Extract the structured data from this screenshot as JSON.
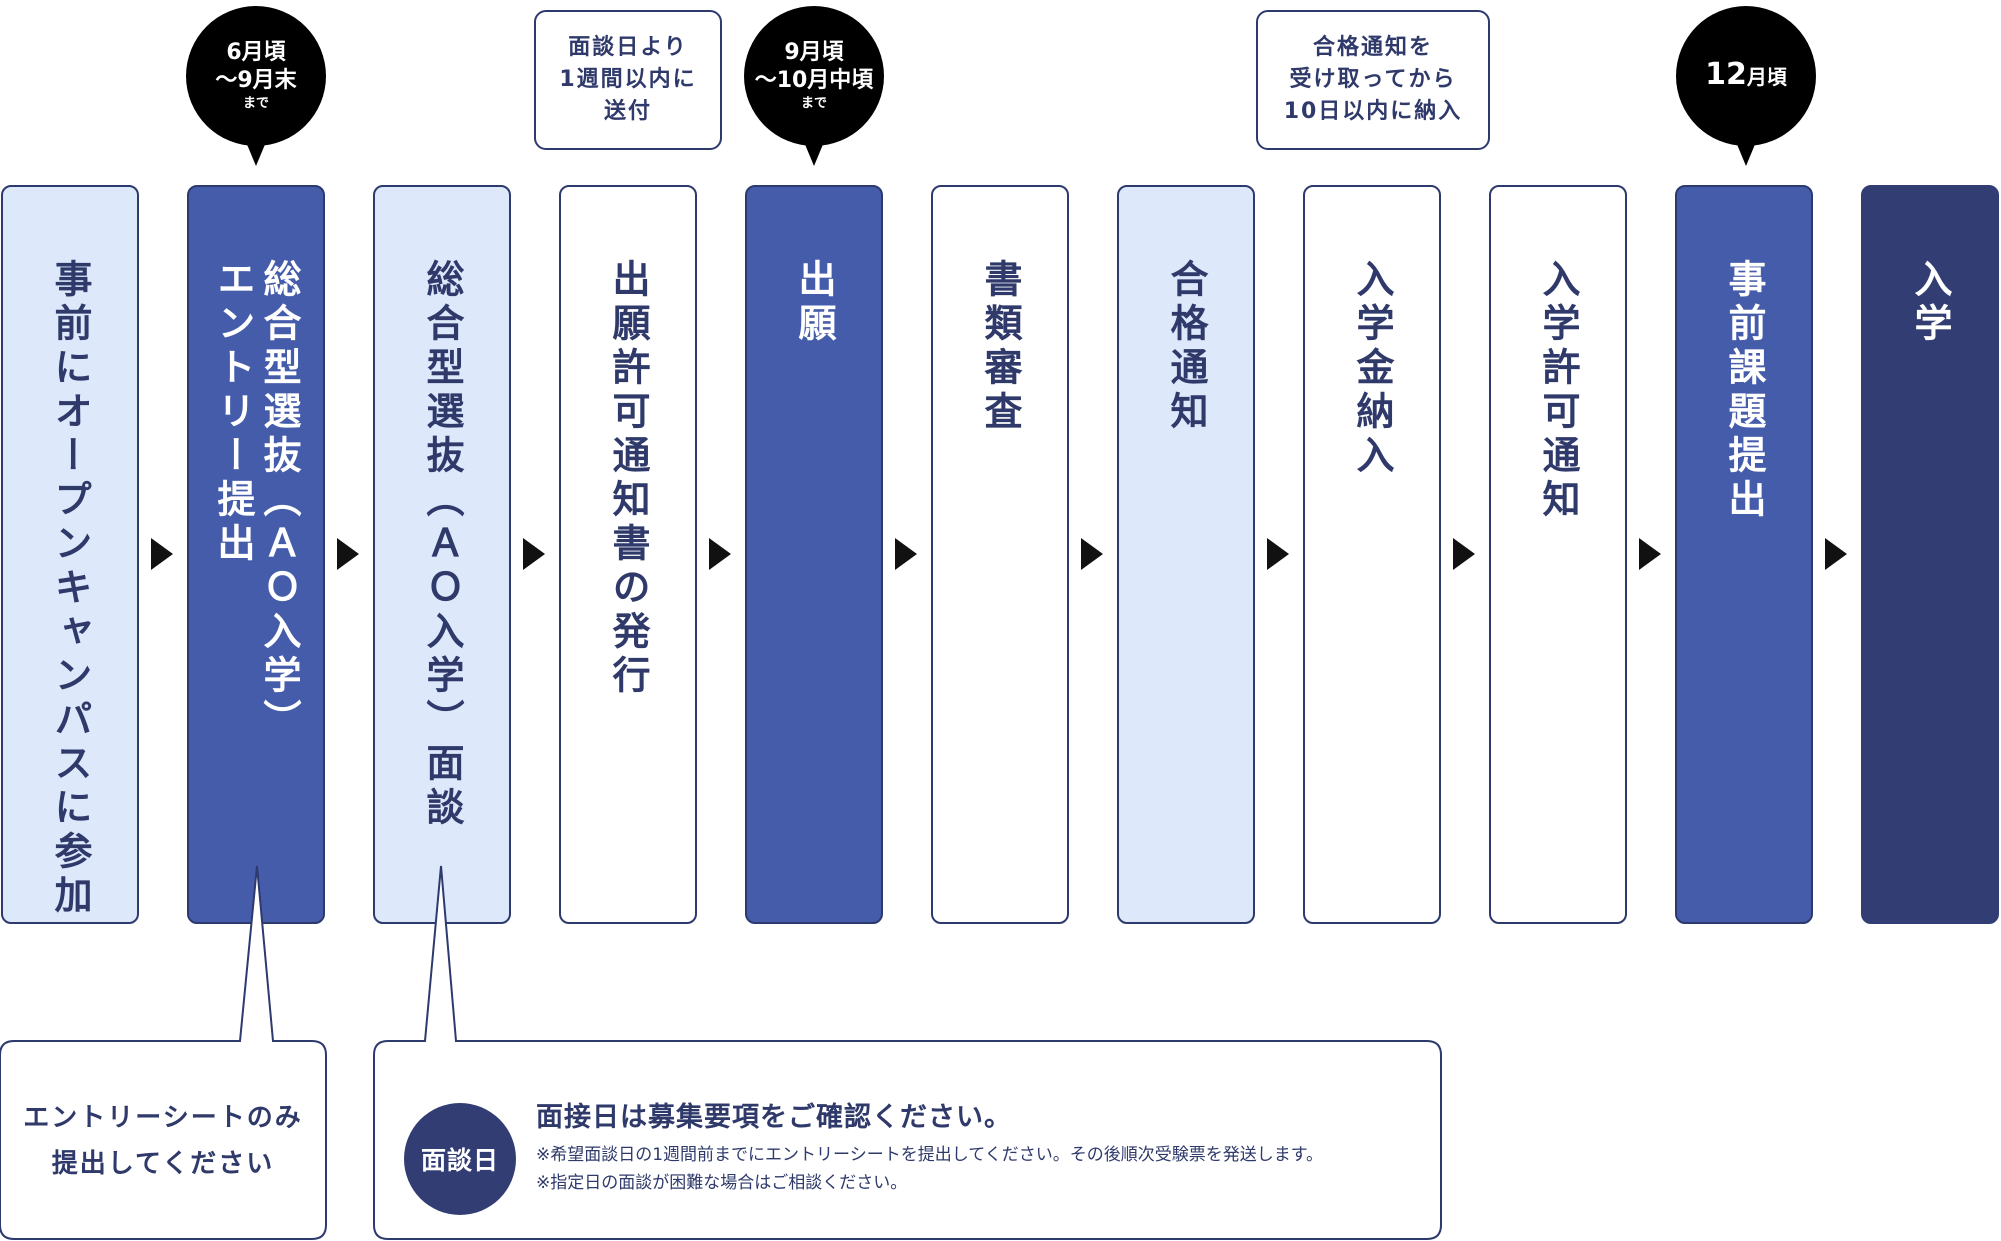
{
  "steps": [
    {
      "label": "事前にオープンキャンパスに参加",
      "style": "light"
    },
    {
      "label": "総合型選抜（ＡＯ入学）",
      "label2": "エントリー提出",
      "style": "blue"
    },
    {
      "label": "総合型選抜（ＡＯ入学）面談",
      "style": "light"
    },
    {
      "label": "出願許可通知書の発行",
      "style": "white"
    },
    {
      "label": "出願",
      "style": "blue"
    },
    {
      "label": "書類審査",
      "style": "white"
    },
    {
      "label": "合格通知",
      "style": "light"
    },
    {
      "label": "入学金納入",
      "style": "white"
    },
    {
      "label": "入学許可通知",
      "style": "white"
    },
    {
      "label": "事前課題提出",
      "style": "blue"
    },
    {
      "label": "入学",
      "style": "dark"
    }
  ],
  "bubbles": {
    "b1": {
      "line1": "6月頃",
      "line2": "〜9月末",
      "line3": "まで"
    },
    "b2": {
      "line1": "9月頃",
      "line2": "〜10月中頃",
      "line3": "まで"
    },
    "b3": {
      "main": "12",
      "suffix": "月頃"
    }
  },
  "notes": {
    "n1": [
      "面談日より",
      "1週間以内に",
      "送付"
    ],
    "n2": [
      "合格通知を",
      "受け取ってから",
      "10日以内に納入"
    ]
  },
  "callout1": [
    "エントリーシートのみ",
    "提出してください"
  ],
  "callout2": {
    "badge": "面談日",
    "title": "面接日は募集要項をご確認ください。",
    "note1": "※希望面談日の1週間前までにエントリーシートを提出してください。その後順次受験票を発送します。",
    "note2": "※指定日の面談が困難な場合はご相談ください。"
  },
  "colors": {
    "light": "#dde8fb",
    "blue": "#455caa",
    "dark": "#323e73",
    "border": "#2d3a6e"
  }
}
